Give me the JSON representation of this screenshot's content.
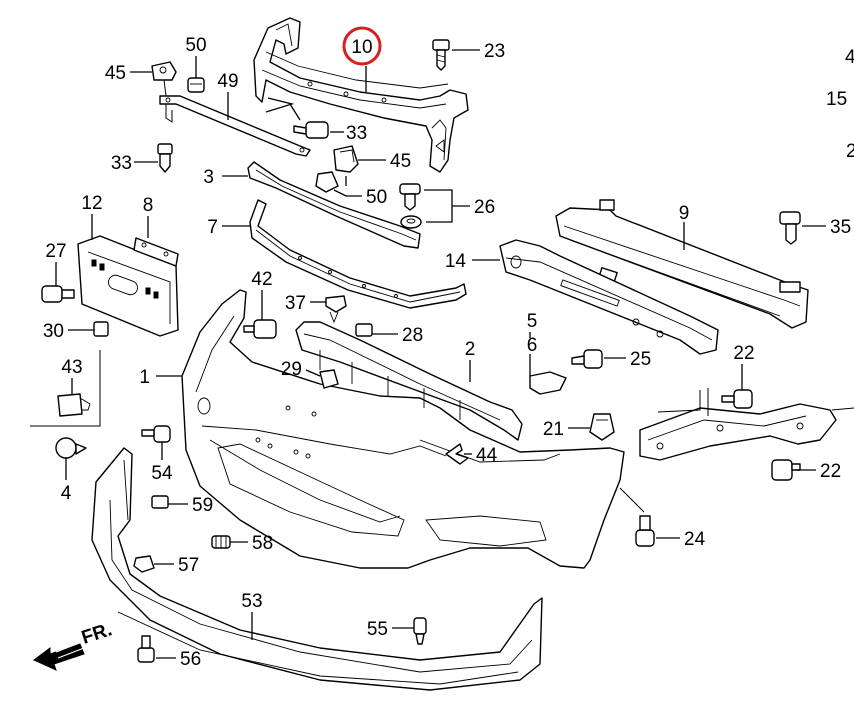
{
  "callouts": [
    {
      "id": "c10",
      "text": "10",
      "highlighted": true
    },
    {
      "id": "c50a",
      "text": "50"
    },
    {
      "id": "c23",
      "text": "23"
    },
    {
      "id": "c45a",
      "text": "45"
    },
    {
      "id": "c49",
      "text": "49"
    },
    {
      "id": "c33a",
      "text": "33"
    },
    {
      "id": "c33b",
      "text": "33"
    },
    {
      "id": "c45b",
      "text": "45"
    },
    {
      "id": "c3",
      "text": "3"
    },
    {
      "id": "c50b",
      "text": "50"
    },
    {
      "id": "c26",
      "text": "26"
    },
    {
      "id": "c12",
      "text": "12"
    },
    {
      "id": "c8",
      "text": "8"
    },
    {
      "id": "c7",
      "text": "7"
    },
    {
      "id": "c9",
      "text": "9"
    },
    {
      "id": "c35",
      "text": "35"
    },
    {
      "id": "c27",
      "text": "27"
    },
    {
      "id": "c14",
      "text": "14"
    },
    {
      "id": "c42",
      "text": "42"
    },
    {
      "id": "c37",
      "text": "37"
    },
    {
      "id": "c30",
      "text": "30"
    },
    {
      "id": "c28",
      "text": "28"
    },
    {
      "id": "c5",
      "text": "5"
    },
    {
      "id": "c6",
      "text": "6"
    },
    {
      "id": "c2",
      "text": "2"
    },
    {
      "id": "c43",
      "text": "43"
    },
    {
      "id": "c1",
      "text": "1"
    },
    {
      "id": "c29",
      "text": "29"
    },
    {
      "id": "c25",
      "text": "25"
    },
    {
      "id": "c22a",
      "text": "22"
    },
    {
      "id": "c21",
      "text": "21"
    },
    {
      "id": "c44",
      "text": "44"
    },
    {
      "id": "c4",
      "text": "4"
    },
    {
      "id": "c54",
      "text": "54"
    },
    {
      "id": "c22b",
      "text": "22"
    },
    {
      "id": "c59",
      "text": "59"
    },
    {
      "id": "c24",
      "text": "24"
    },
    {
      "id": "c58",
      "text": "58"
    },
    {
      "id": "c57",
      "text": "57"
    },
    {
      "id": "c53",
      "text": "53"
    },
    {
      "id": "c55",
      "text": "55"
    },
    {
      "id": "c56",
      "text": "56"
    },
    {
      "id": "c4r",
      "text": "4"
    },
    {
      "id": "c15",
      "text": "15"
    },
    {
      "id": "c2r",
      "text": "2"
    }
  ],
  "front_arrow_label": "FR.",
  "colors": {
    "highlight_circle": "#d81e1e",
    "ink": "#000000",
    "background": "#ffffff"
  }
}
